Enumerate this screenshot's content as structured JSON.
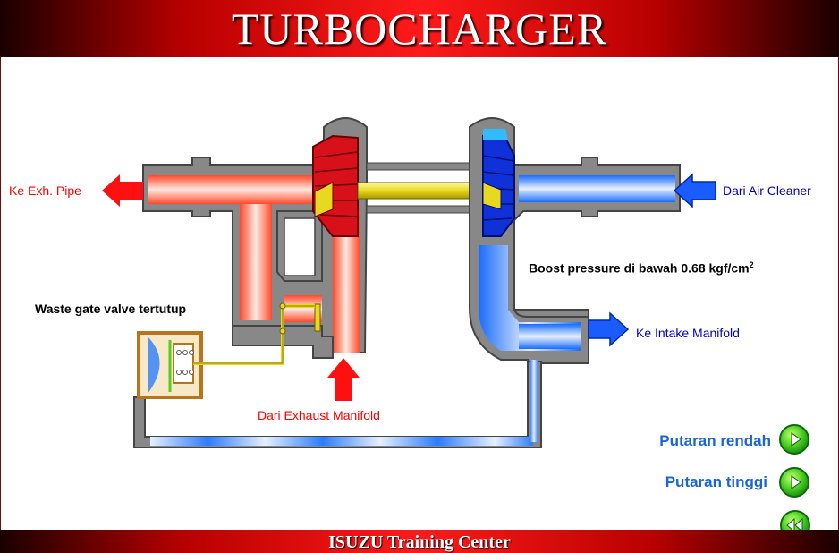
{
  "title": "TURBOCHARGER",
  "footer": "ISUZU Training Center",
  "labels": {
    "exh_pipe": "Ke Exh. Pipe",
    "air_cleaner": "Dari Air Cleaner",
    "boost": "Boost pressure di bawah 0.68 kgf/cm",
    "boost_sup": "2",
    "waste_gate": "Waste gate valve tertutup",
    "intake_manifold": "Ke Intake Manifold",
    "exhaust_manifold": "Dari Exhaust Manifold"
  },
  "menu": {
    "low_speed": "Putaran rendah",
    "high_speed": "Putaran tinggi"
  },
  "icons": {
    "play": "play-icon",
    "rewind": "rewind-icon"
  },
  "colors": {
    "header_red": "#ff1a1a",
    "exhaust_flow": "#ff6040",
    "intake_flow": "#2a7cff",
    "shaft": "#e8d820",
    "menu_text": "#1a66d9",
    "button_green": "#4ad020"
  }
}
